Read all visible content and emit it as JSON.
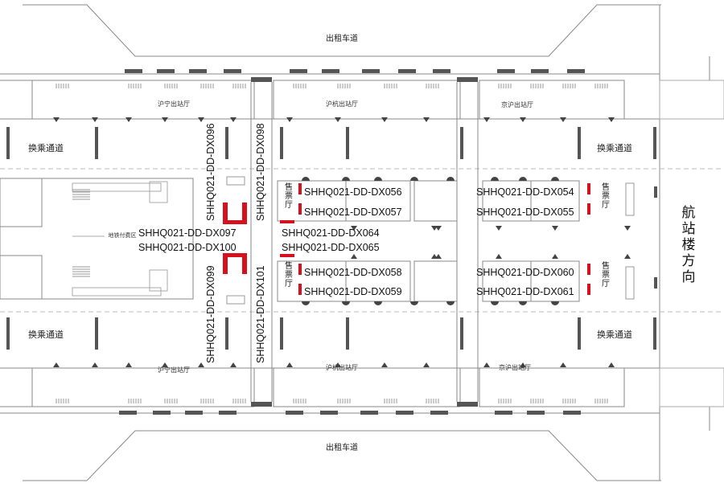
{
  "roads": {
    "top": "出租车道",
    "bottom": "出租车道"
  },
  "halls": {
    "top": [
      "沪宁出站厅",
      "沪杭出站厅",
      "京沪出站厅"
    ],
    "bottom": [
      "沪宁出站厅",
      "沪杭出站厅",
      "京沪出站厅"
    ]
  },
  "corridors": {
    "top_left": "换乘通道",
    "top_right": "换乘通道",
    "bottom_left": "换乘通道",
    "bottom_right": "换乘通道"
  },
  "direction": "航站楼方向",
  "metro_label": "地铁付费区",
  "ticket_label": "售票厅",
  "codes": {
    "dx054": "SHHQ021-DD-DX054",
    "dx055": "SHHQ021-DD-DX055",
    "dx056": "SHHQ021-DD-DX056",
    "dx057": "SHHQ021-DD-DX057",
    "dx058": "SHHQ021-DD-DX058",
    "dx059": "SHHQ021-DD-DX059",
    "dx060": "SHHQ021-DD-DX060",
    "dx061": "SHHQ021-DD-DX061",
    "dx064": "SHHQ021-DD-DX064",
    "dx065": "SHHQ021-DD-DX065",
    "dx096": "SHHQ021-DD-DX096",
    "dx097": "SHHQ021-DD-DX097",
    "dx098": "SHHQ021-DD-DX098",
    "dx099": "SHHQ021-DD-DX099",
    "dx100": "SHHQ021-DD-DX100",
    "dx101": "SHHQ021-DD-DX101"
  },
  "colors": {
    "ad": "#d6101c",
    "wall": "#555555",
    "line": "#888888"
  }
}
